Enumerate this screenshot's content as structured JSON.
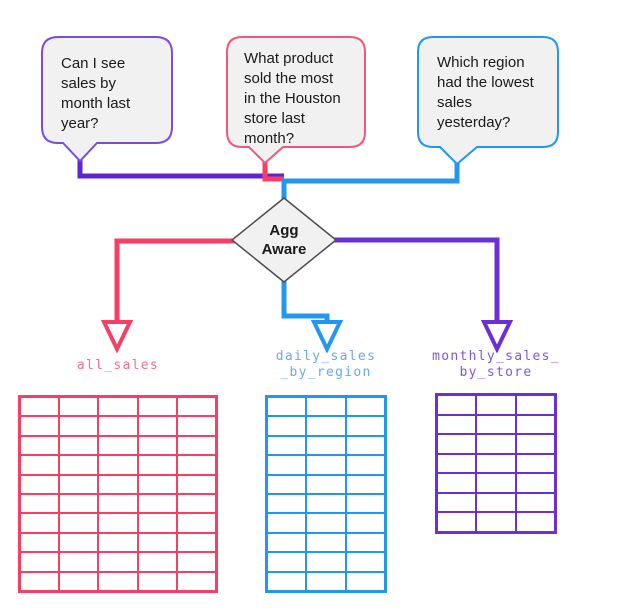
{
  "bubbles": [
    {
      "id": "purple-question",
      "text": "Can I see\nsales by\nmonth last\nyear?",
      "border_color": "#7C4AE0",
      "fill": "#F2F1F2",
      "line_color": "#6023D6"
    },
    {
      "id": "pink-question",
      "text": "What product\nsold the most\nin the Houston\nstore last\nmonth?",
      "border_color": "#F2577A",
      "fill": "#F2F1F2",
      "line_color": "#F93E66"
    },
    {
      "id": "blue-question",
      "text": "Which region\nhad the lowest\nsales\nyesterday?",
      "border_color": "#2196F3",
      "fill": "#F2F1F2",
      "line_color": "#2196F3"
    }
  ],
  "decision": {
    "label": "Agg\nAware",
    "fill": "#F2F1F2",
    "border_color": "#4D4D4D"
  },
  "arrows": [
    {
      "id": "pink-arrow",
      "color": "#F93E66",
      "head_fill": "#ffffff"
    },
    {
      "id": "blue-arrow",
      "color": "#2196F3",
      "head_fill": "#ffffff"
    },
    {
      "id": "purple-arrow",
      "color": "#6B2FD6",
      "head_fill": "#ffffff"
    }
  ],
  "tables": [
    {
      "label": "all_sales",
      "rows": 10,
      "cols": 5,
      "border_color": "#F93E66",
      "label_color": "#F2708C"
    },
    {
      "label": "daily_sales\n_by_region",
      "rows": 10,
      "cols": 3,
      "border_color": "#2196F3",
      "label_color": "#69A9E9"
    },
    {
      "label": "monthly_sales_\nby_store",
      "rows": 7,
      "cols": 3,
      "border_color": "#6B2FD6",
      "label_color": "#8257DC"
    }
  ]
}
